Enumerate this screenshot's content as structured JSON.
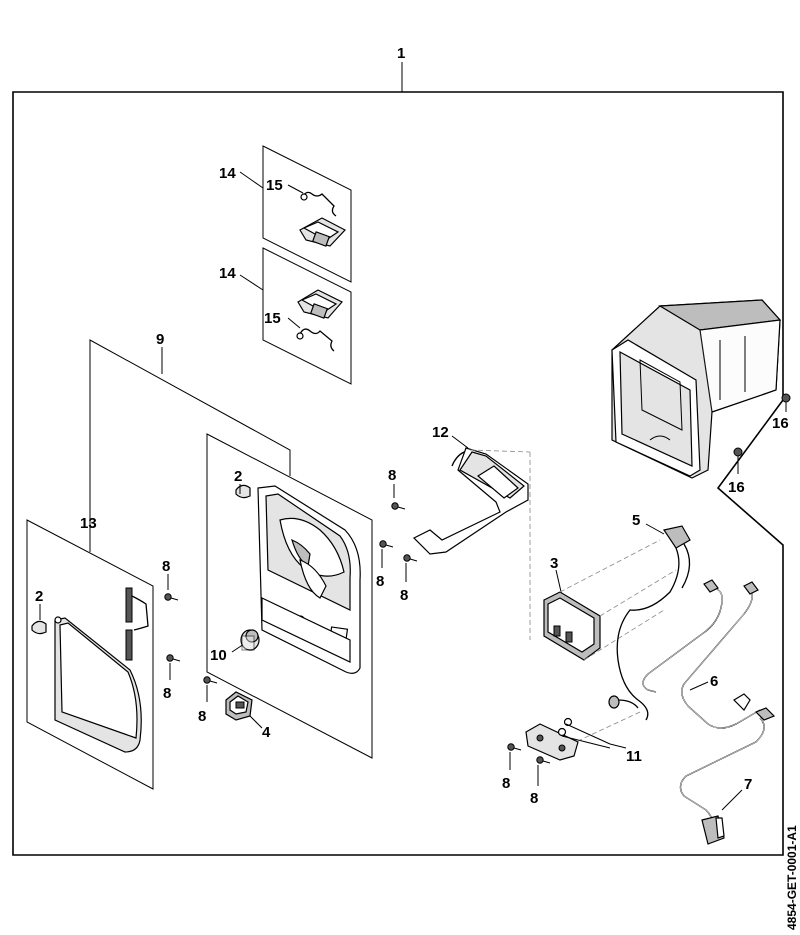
{
  "document_code": "4854-GET-0001-A1",
  "callouts": {
    "c1": "1",
    "c2a": "2",
    "c2b": "2",
    "c3": "3",
    "c4": "4",
    "c5": "5",
    "c6": "6",
    "c7": "7",
    "c8a": "8",
    "c8b": "8",
    "c8c": "8",
    "c8d": "8",
    "c8e": "8",
    "c8f": "8",
    "c8g": "8",
    "c8h": "8",
    "c9": "9",
    "c10": "10",
    "c11": "11",
    "c12": "12",
    "c13": "13",
    "c14a": "14",
    "c14b": "14",
    "c15a": "15",
    "c15b": "15",
    "c16a": "16",
    "c16b": "16"
  },
  "colors": {
    "line": "#000000",
    "background": "#ffffff",
    "shade": "#bdbdbd",
    "dash": "#888888"
  }
}
